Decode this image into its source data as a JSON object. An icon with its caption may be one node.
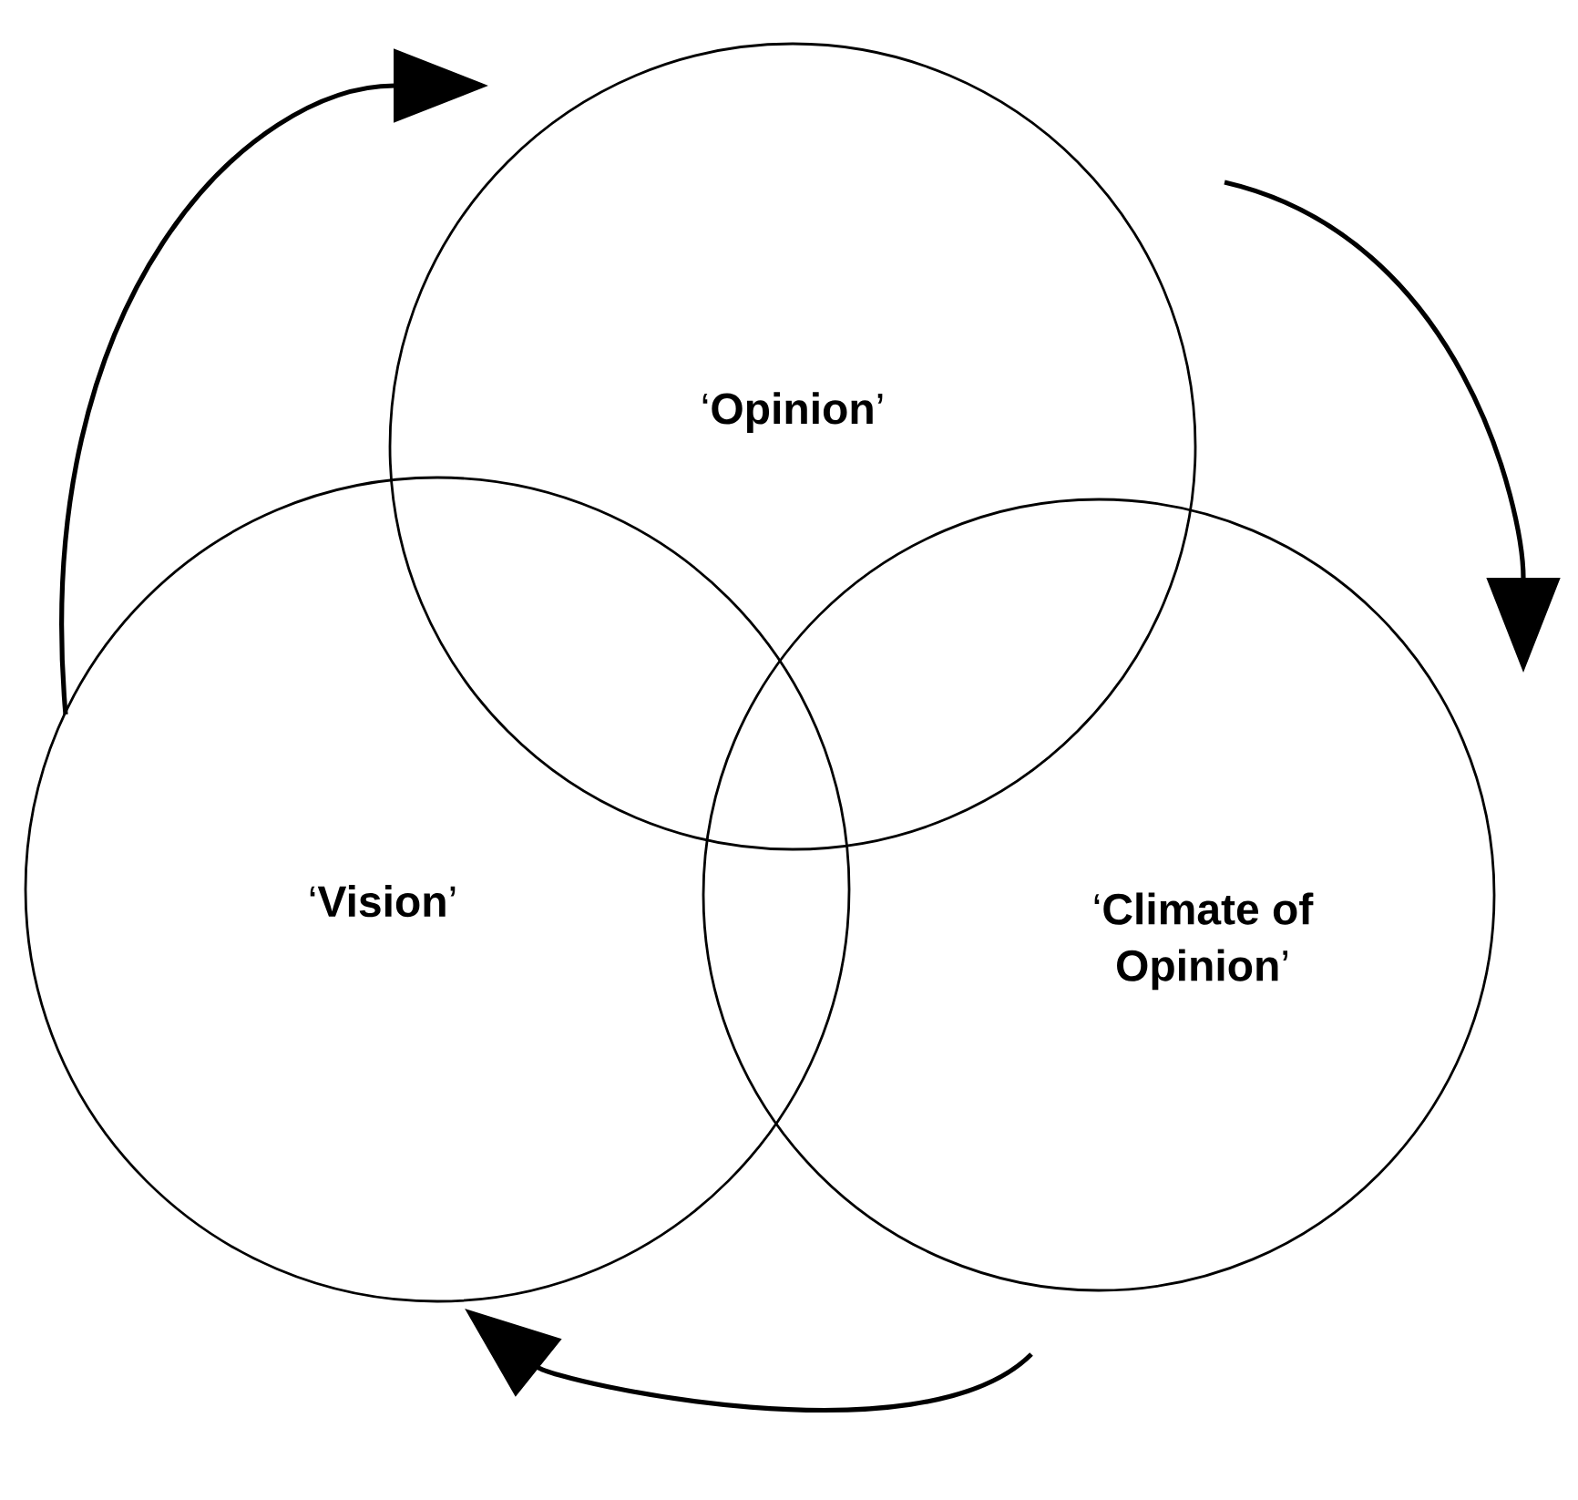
{
  "diagram": {
    "nodes": [
      {
        "text": [
          "‘**Opinion**’"
        ]
      },
      {
        "text": [
          "‘**Vision**’"
        ]
      },
      {
        "text": [
          "‘**Climate of Opinion**’"
        ]
      }
    ],
    "edges": [
      {
        "from": 1,
        "to": 0,
        "arrow": "to"
      },
      {
        "from": 0,
        "to": 2,
        "arrow": "to"
      },
      {
        "from": 2,
        "to": 1,
        "arrow": "to"
      }
    ]
  }
}
